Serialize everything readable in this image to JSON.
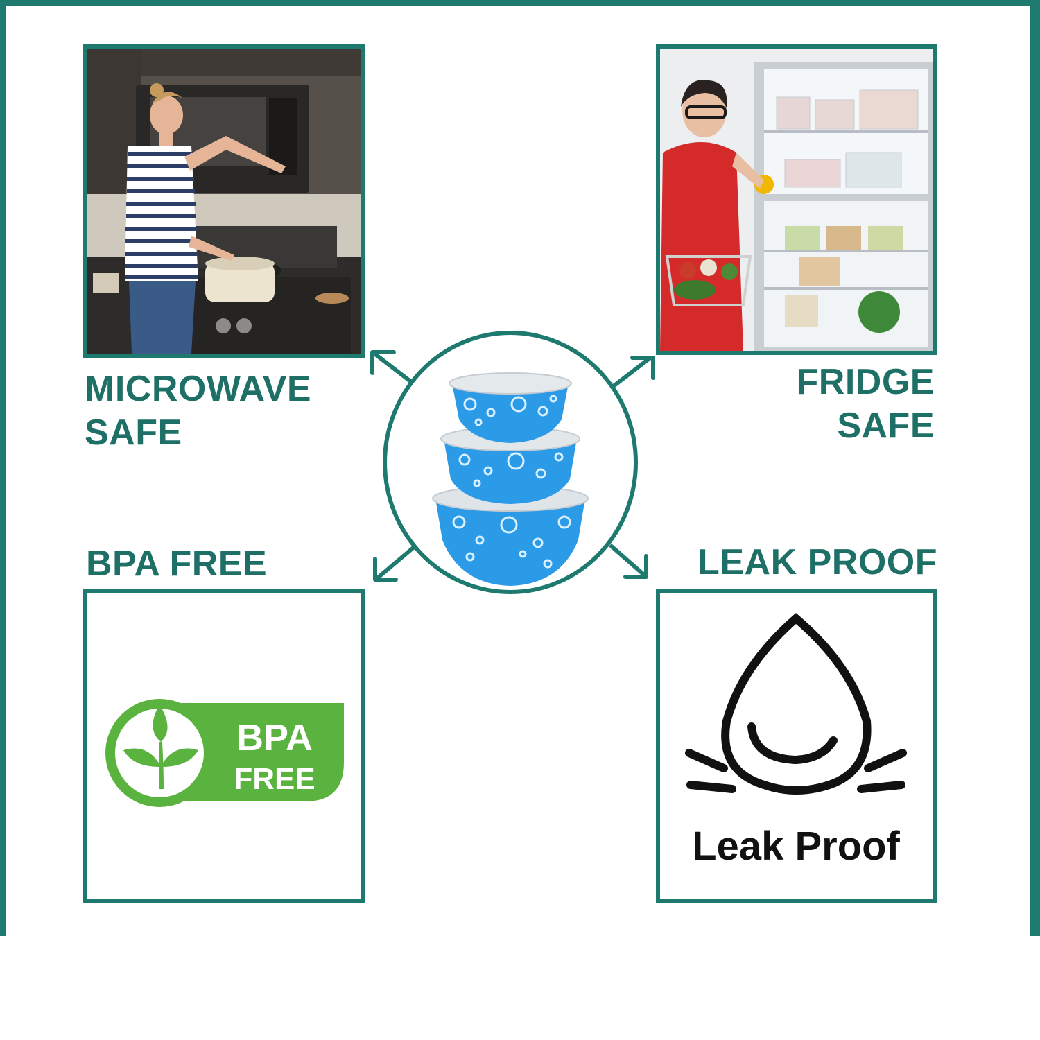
{
  "features": {
    "microwave": {
      "line1": "MICROWAVE",
      "line2": "SAFE"
    },
    "fridge": {
      "line1": "FRIDGE",
      "line2": "SAFE"
    },
    "bpa": {
      "label": "BPA FREE",
      "badge_line1": "BPA",
      "badge_line2": "FREE"
    },
    "leak": {
      "label": "LEAK PROOF",
      "icon_text": "Leak Proof"
    }
  },
  "colors": {
    "frame": "#1e7a6e",
    "label_text": "#1e6f66",
    "bpa_green": "#5bb33f",
    "bowl_blue": "#2b9be8"
  },
  "icons": {
    "center_product": "stacked-bowls-icon",
    "bpa_badge": "leaf-icon",
    "leak_badge": "water-drop-icon"
  }
}
